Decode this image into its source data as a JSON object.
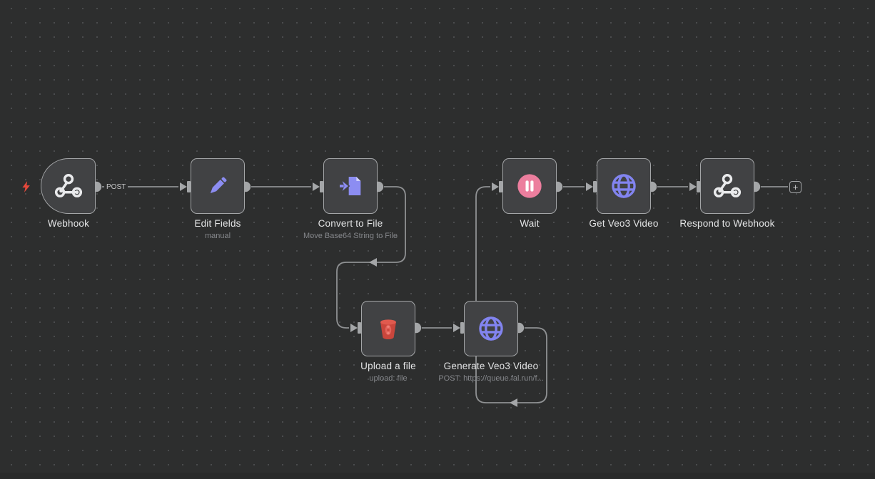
{
  "app": {
    "name": "workflow-editor-canvas"
  },
  "colors": {
    "canvas_bg": "#2d2e2e",
    "grid_dot": "#4d4e50",
    "node_bg": "#414244",
    "node_border": "#a4a6a8",
    "connector": "#97999c",
    "accent_purple": "#8c8df2",
    "accent_red": "#d14b41",
    "accent_pink": "#ec7e9e",
    "icon_light": "#e9eaec",
    "trigger_bolt": "#e5483b"
  },
  "nodes": [
    {
      "id": "webhook",
      "title": "Webhook",
      "subtitle": "",
      "icon": "webhook-icon"
    },
    {
      "id": "edit-fields",
      "title": "Edit Fields",
      "subtitle": "manual",
      "icon": "pencil-icon"
    },
    {
      "id": "convert-to-file",
      "title": "Convert to File",
      "subtitle": "Move Base64 String to File",
      "icon": "file-import-icon"
    },
    {
      "id": "upload-a-file",
      "title": "Upload a file",
      "subtitle": "upload: file",
      "icon": "bucket-icon"
    },
    {
      "id": "generate-veo3-video",
      "title": "Generate Veo3 Video",
      "subtitle": "POST: https://queue.fal.run/f...",
      "icon": "globe-icon"
    },
    {
      "id": "wait",
      "title": "Wait",
      "subtitle": "",
      "icon": "pause-icon"
    },
    {
      "id": "get-veo3-video",
      "title": "Get Veo3 Video",
      "subtitle": "",
      "icon": "globe-icon"
    },
    {
      "id": "respond-to-webhook",
      "title": "Respond to Webhook",
      "subtitle": "",
      "icon": "webhook-icon"
    }
  ],
  "connection_labels": {
    "webhook_output_method": "POST"
  },
  "add_button": {
    "label": "+"
  }
}
